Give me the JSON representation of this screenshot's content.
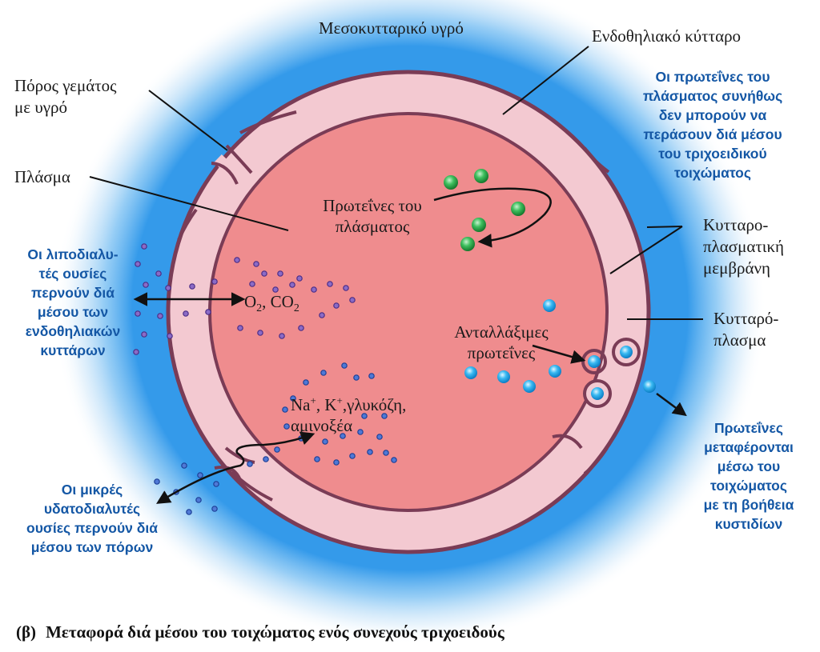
{
  "labels": {
    "interstitial_fluid": "Μεσοκυτταρικό υγρό",
    "endothelial_cell": "Ενδοθηλιακό κύτταρο",
    "fluid_pore_line1": "Πόρος γεμάτος",
    "fluid_pore_line2": "με υγρό",
    "plasma": "Πλάσμα",
    "membrane_line1": "Κυτταρο-",
    "membrane_line2": "πλασματική",
    "membrane_line3": "μεμβράνη",
    "cytoplasm_line1": "Κυτταρό-",
    "cytoplasm_line2": "πλασμα"
  },
  "inner_labels": {
    "plasma_proteins_line1": "Πρωτεΐνες του",
    "plasma_proteins_line2": "πλάσματος",
    "gases_o2": "O",
    "gases_sub1": "2",
    "gases_sep": ", CO",
    "gases_sub2": "2",
    "ions_na": "Na",
    "ions_plus1": "+",
    "ions_k": ", K",
    "ions_plus2": "+",
    "ions_rest": ",γλυκόζη,",
    "ions_line2": "αμινοξέα",
    "exchangeable_line1": "Ανταλλάξιμες",
    "exchangeable_line2": "πρωτεΐνες"
  },
  "notes": {
    "proteins_cannot_pass": [
      "Οι πρωτεΐνες του",
      "πλάσματος συνήθως",
      "δεν μπορούν να",
      "περάσουν διά μέσου",
      "του τριχοειδικού",
      "τοιχώματος"
    ],
    "lipid_soluble": [
      "Οι λιποδιαλυ-",
      "τές ουσίες",
      "περνούν διά",
      "μέσου των",
      "ενδοθηλιακών",
      "κυττάρων"
    ],
    "water_soluble": [
      "Οι μικρές",
      "υδατοδιαλυτές",
      "ουσίες περνούν διά",
      "μέσου των πόρων"
    ],
    "vesicle_transport": [
      "Πρωτεΐνες",
      "μεταφέρονται",
      "μέσω του",
      "τοιχώματος",
      "με τη βοήθεια",
      "κυστιδίων"
    ]
  },
  "caption": {
    "tag": "(β)",
    "text": "Μεταφορά διά μέσου του τοιχώματος ενός συνεχούς τριχοειδούς"
  },
  "colors": {
    "lumen": "#ef8c8e",
    "wall": "#f3c9d1",
    "wall_stroke": "#7a3c56",
    "glow": "#1e8fe8",
    "note_blue": "#1457a5",
    "protein_green": "#1f9a3c",
    "protein_cyan": "#1aa6ee",
    "small_molecule": "#3b5ab8",
    "lipid_molecule": "#6e4aa8"
  }
}
